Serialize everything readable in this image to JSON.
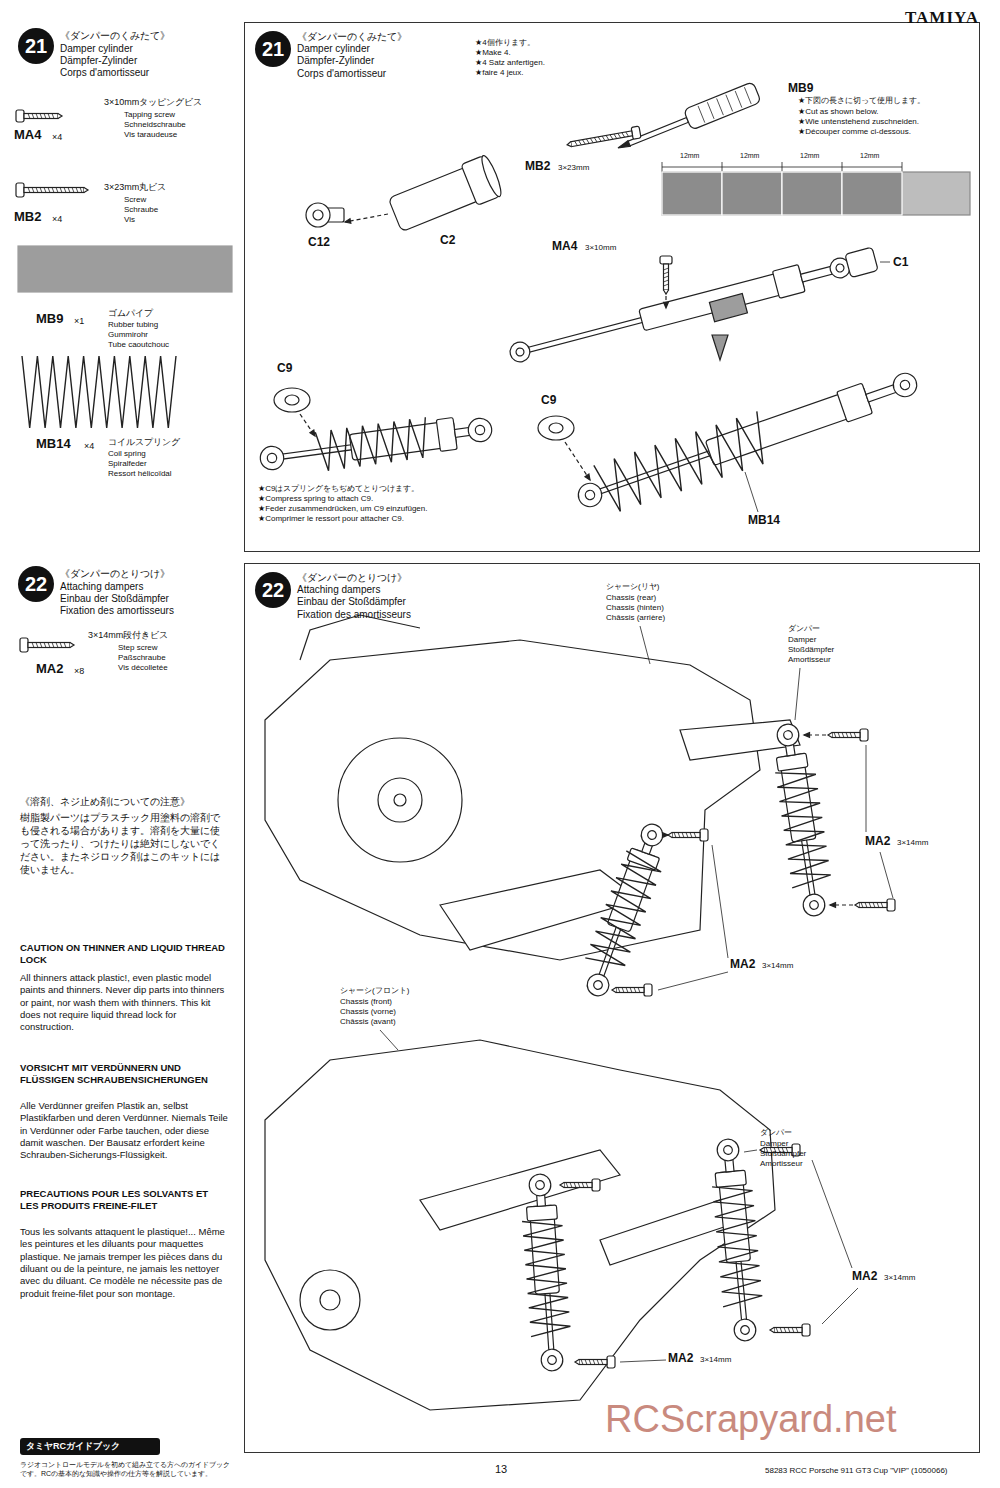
{
  "diagram": {
    "nodes": [
      {
        "text": [
          "21"
        ]
      },
      {
        "text": [
          "《ダンパーのくみたて》",
          "Damper cylinder",
          "Dämpfer-Zylinder",
          "Corps d'amortisseur"
        ]
      },
      {
        "text": [
          "21"
        ],
        "in": 1
      },
      {
        "text": [
          "22"
        ]
      },
      {
        "text": [
          "《ダンパーのとりつけ》",
          "Attaching dampers",
          "Einbau der Stoßdämpfer",
          "Fixation des amortisseurs"
        ]
      },
      {
        "text": [
          "22"
        ],
        "in": 4
      },
      {
        "text": [
          "タミヤRCガイドブック"
        ]
      }
    ],
    "labels": [
      "TAMIYA",
      "《ダンパーのくみたて》",
      "Damper cylinder",
      "Dämpfer-Zylinder",
      "Corps d'amortisseur",
      "3×10mmタッピングビス",
      "Tapping screw",
      "Schneidschraube",
      "Vis taraudeuse",
      "MA4",
      "×4",
      "3×23mm丸ビス",
      "Screw",
      "Schraube",
      "Vis",
      "MB2",
      "×4",
      "MB9",
      "×1",
      "ゴムパイプ",
      "Rubber tubing",
      "Gummirohr",
      "Tube caoutchouc",
      "MB14",
      "×4",
      "コイルスプリング",
      "Coil spring",
      "Spiralfeder",
      "Ressort hélicoïdal",
      "★4個作ります。",
      "★Make 4.",
      "★4 Satz anfertigen.",
      "★faire 4 jeux.",
      "MB2",
      "3×23mm",
      "MB9",
      "★下図の長さに切って使用します。",
      "★Cut as shown below.",
      "★Wie untenstehend zuschneiden.",
      "★Découper comme ci-dessous.",
      "12mm",
      "12mm",
      "12mm",
      "12mm",
      "C12",
      "C2",
      "MA4",
      "3×10mm",
      "C1",
      "C9",
      "C9",
      "MB14",
      "★C9はスプリングをちぢめてとりつけます。",
      "★Compress spring to attach C9.",
      "★Feder zusammendrücken, um C9 einzufügen.",
      "★Comprimer le ressort pour attacher C9.",
      "《ダンパーのとりつけ》",
      "Attaching dampers",
      "Einbau der Stoßdämpfer",
      "Fixation des amortisseurs",
      "3×14mm段付きビス",
      "Step screw",
      "Paßschraube",
      "Vis décolletée",
      "MA2",
      "×8",
      "《溶剤、ネジ止め剤についての注意》",
      "樹脂製パーツはプラスチック用塗料の溶剤でも侵される場合があります。溶剤を大量に使って洗ったり、つけたりは絶対にしないでください。またネジロック剤はこのキットには使いません。",
      "CAUTION ON THINNER AND LIQUID THREAD LOCK",
      "All thinners attack plastic!, even plastic model paints and thinners. Never dip parts into thinners or paint, nor wash them with thinners. This kit does not require liquid thread lock for construction.",
      "VORSICHT MIT VERDÜNNERN UND FLÜSSIGEN SCHRAUBENSICHERUNGEN",
      "Alle Verdünner greifen Plastik an, selbst Plastikfarben und deren Verdünner. Niemals Teile in Verdünner oder Farbe tauchen, oder diese damit waschen. Der Bausatz erfordert keine Schrauben-Sicherungs-Flüssigkeit.",
      "PRECAUTIONS POUR LES SOLVANTS ET LES PRODUITS FREINE-FILET",
      "Tous les solvants attaquent le plastique!... Même les peintures et les diluants pour maquettes plastique. Ne jamais tremper les pièces dans du diluant ou de la peinture, ne jamais les nettoyer avec du diluant. Ce modèle ne nécessite pas de produit freine-filet pour son montage.",
      "ラジオコントロールモデルを初めて組み立てる方へのガイドブックです。RCの基本的な知識や操作の仕方等を解説しています。",
      "シャーシ(リヤ)",
      "Chassis (rear)",
      "Chassis (hinten)",
      "Châssis (arrière)",
      "ダンパー",
      "Damper",
      "Stoßdämpfer",
      "Amortisseur",
      "MA2",
      "3×14mm",
      "MA2",
      "3×14mm",
      "シャーシ(フロント)",
      "Chassis (front)",
      "Chassis (vorne)",
      "Châssis (avant)",
      "ダンパー",
      "Damper",
      "Stoßdämpfer",
      "Amortisseur",
      "MA2",
      "3×14mm",
      "MA2",
      "3×14mm",
      "13",
      "58283 RCC Porsche 911 GT3 Cup \"VIP\" (1050066)",
      "RCScrapyard.net"
    ]
  }
}
